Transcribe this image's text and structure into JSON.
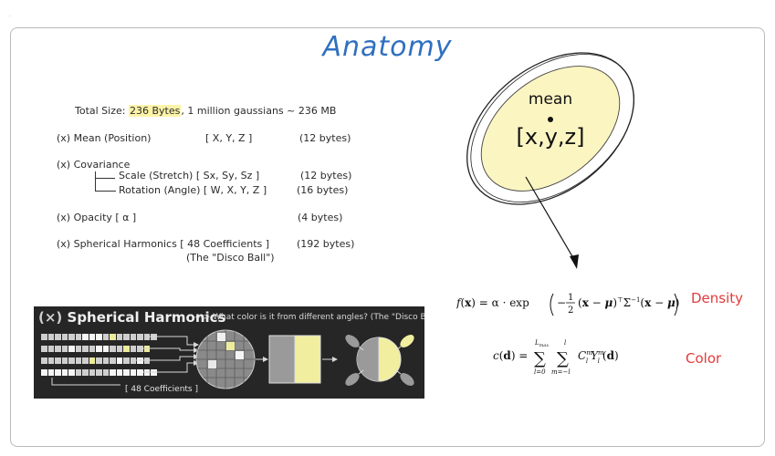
{
  "title": "Anatomy",
  "total_size": {
    "prefix": "Total Size: ",
    "bytes": "236 Bytes",
    "suffix": ", 1 million gaussians ~ 236 MB"
  },
  "attributes": {
    "mean": {
      "label": "(x) Mean (Position)",
      "params": "[ X, Y, Z ]",
      "size": "(12 bytes)"
    },
    "covariance": {
      "label": "(x) Covariance"
    },
    "scale": {
      "label": "Scale (Stretch) [ Sx, Sy, Sz ]",
      "size": "(12 bytes)"
    },
    "rotation": {
      "label": "Rotation (Angle) [ W, X, Y, Z ]",
      "size": "(16 bytes)"
    },
    "opacity": {
      "label": "(x) Opacity [ α ]",
      "size": "(4 bytes)"
    },
    "sh": {
      "label": "(x) Spherical Harmonics [ 48 Coefficients ]",
      "note": "(The \"Disco Ball\")",
      "size": "(192 bytes)"
    }
  },
  "gaussian": {
    "label": "mean",
    "coords": "[x,y,z]",
    "fill_color": "#fbf5c2"
  },
  "sh_panel": {
    "x_mark": "(×)",
    "title": "Spherical Harmonics",
    "subtitle": "---> What color is it from different angles? (The \"Disco Ball\")",
    "caption": "[ 48 Coefficients ]",
    "bg_color": "#262626",
    "accent": "#ecec9c"
  },
  "equations": {
    "density": {
      "label": "Density",
      "color": "#e23b3b"
    },
    "color": {
      "label": "Color",
      "color": "#e23b3b"
    }
  }
}
